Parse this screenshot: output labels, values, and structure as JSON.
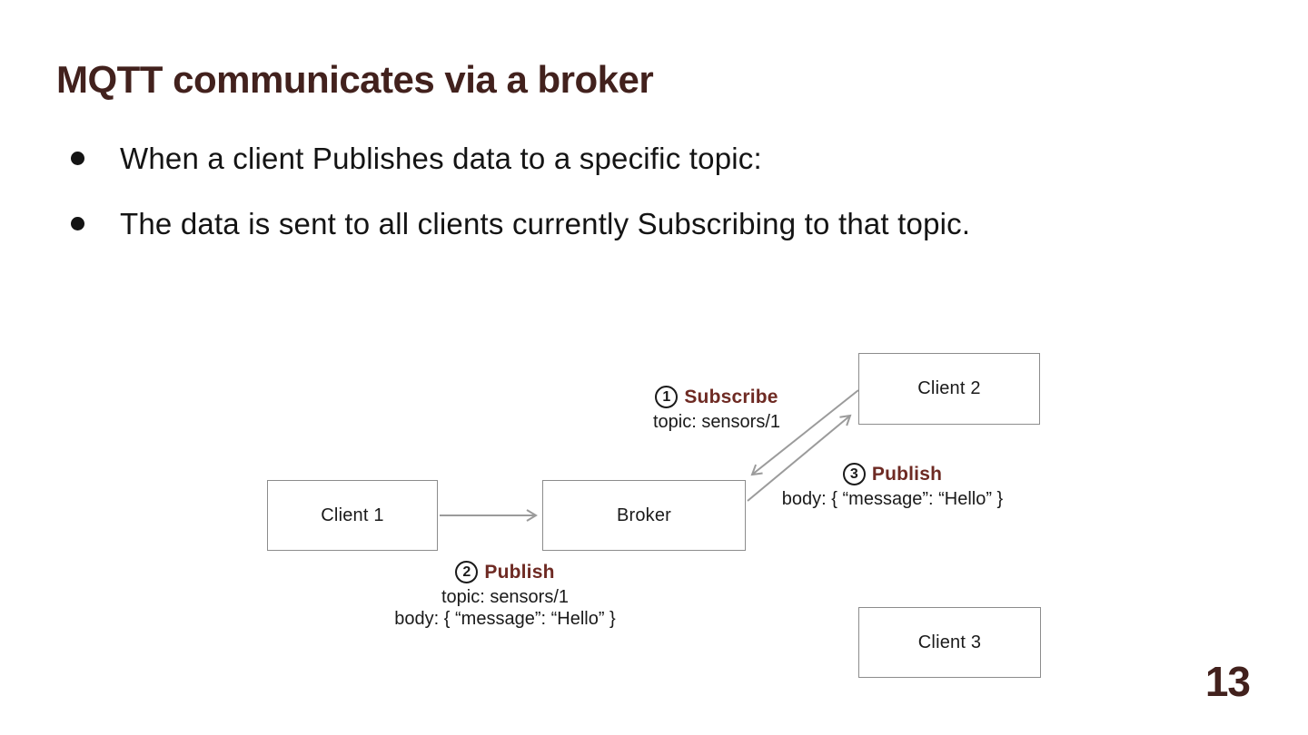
{
  "slide": {
    "title": "MQTT communicates via a broker",
    "bullets": [
      "When a client Publishes data to a specific topic:",
      "The data is sent to all clients currently Subscribing to that topic."
    ],
    "page_number": "13"
  },
  "diagram": {
    "nodes": {
      "client1": "Client 1",
      "broker": "Broker",
      "client2": "Client 2",
      "client3": "Client 3"
    },
    "annotations": {
      "subscribe": {
        "number": "1",
        "action": "Subscribe",
        "detail1": "topic: sensors/1"
      },
      "publish2": {
        "number": "2",
        "action": "Publish",
        "detail1": "topic: sensors/1",
        "detail2": "body: { “message”: “Hello” }"
      },
      "publish3": {
        "number": "3",
        "action": "Publish",
        "detail1": "body: { “message”: “Hello” }"
      }
    },
    "arrows": [
      {
        "from": "Client 1",
        "to": "Broker"
      },
      {
        "from": "Client 2",
        "to": "Broker",
        "label": "Subscribe"
      },
      {
        "from": "Broker",
        "to": "Client 2",
        "label": "Publish"
      }
    ]
  },
  "colors": {
    "title_maroon": "#42211d",
    "action_maroon": "#6e2a23",
    "arrow_gray": "#9b9b9b",
    "node_border_gray": "#8c8c8c",
    "body_text": "#141414"
  }
}
